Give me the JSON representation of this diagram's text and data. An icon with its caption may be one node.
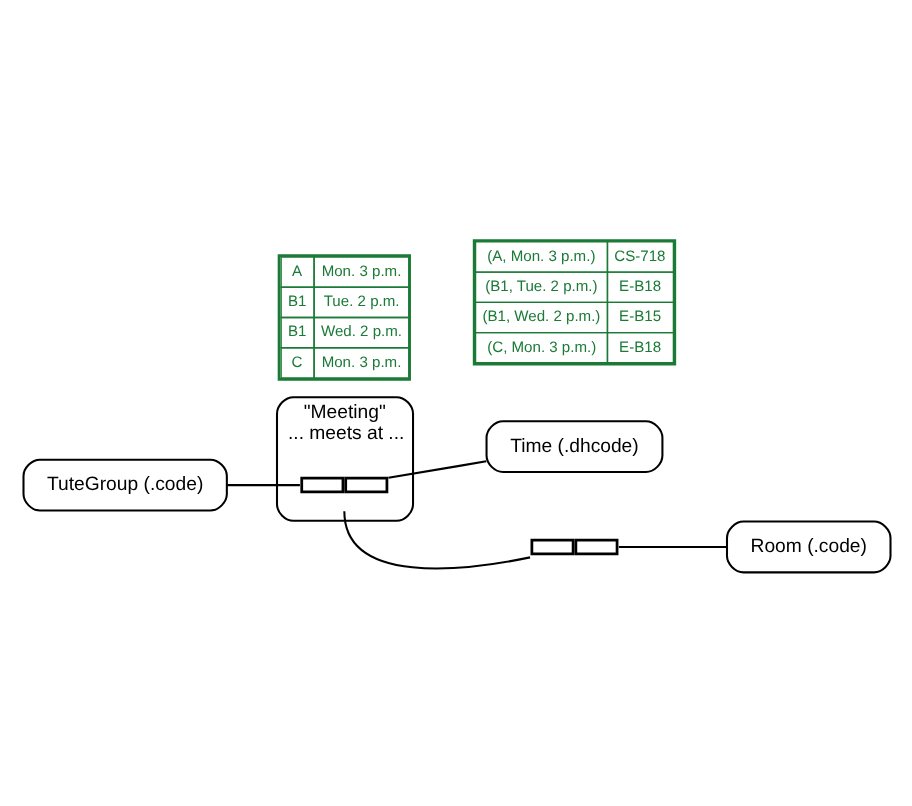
{
  "diagram": {
    "nodes": [
      {
        "text": [
          "TuteGroup (.code)"
        ]
      },
      {
        "text": [
          "\"Meeting\"",
          "... meets at ..."
        ]
      },
      {
        "text": [
          "Time (.dhcode)"
        ]
      },
      {
        "text": [
          "Room (.code)"
        ]
      },
      {
        "text": [],
        "shape": "box",
        "in": 1
      },
      {
        "text": [],
        "shape": "box"
      }
    ],
    "edges": [
      {
        "from": 0,
        "to": 4,
        "arrow": "none"
      },
      {
        "from": 4,
        "to": 2,
        "arrow": "none"
      },
      {
        "from": 4,
        "to": 5,
        "arrow": "none"
      },
      {
        "from": 5,
        "to": 3,
        "arrow": "none"
      }
    ],
    "labels": [
      "A",
      "Mon. 3 p.m.",
      "B1",
      "Tue. 2 p.m.",
      "B1",
      "Wed. 2 p.m.",
      "C",
      "Mon. 3 p.m.",
      "(A, Mon. 3 p.m.)",
      "CS-718",
      "(B1, Tue. 2 p.m.)",
      "E-B18",
      "(B1, Wed. 2 p.m.)",
      "E-B15",
      "(C, Mon. 3 p.m.)",
      "E-B18"
    ]
  }
}
